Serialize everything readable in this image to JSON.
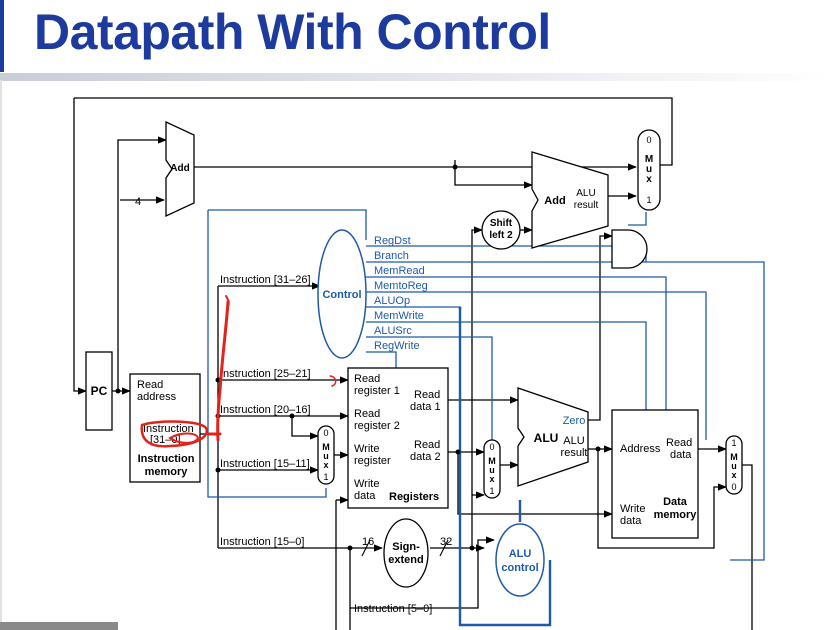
{
  "title": "Datapath With Control",
  "colors": {
    "title": "#1d3a9e",
    "control": "#1f5aa8",
    "annotation": "#e2231a"
  },
  "blocks": {
    "pc": "PC",
    "add_top": "Add",
    "const_four": "4",
    "add_alu_main": "Add",
    "add_alu_sub1": "ALU",
    "add_alu_sub2": "result",
    "shift_line1": "Shift",
    "shift_line2": "left 2",
    "control": "Control",
    "alu_main": "ALU",
    "alu_zero": "Zero",
    "alu_res1": "ALU",
    "alu_res2": "result",
    "alu_ctrl1": "ALU",
    "alu_ctrl2": "control",
    "sign1": "Sign-",
    "sign2": "extend",
    "bits16": "16",
    "bits32": "32"
  },
  "control_signals": [
    "RegDst",
    "Branch",
    "MemRead",
    "MemtoReg",
    "ALUOp",
    "MemWrite",
    "ALUSrc",
    "RegWrite"
  ],
  "instruction_fields": {
    "f3126": "Instruction [31–26]",
    "f2521": "Instruction [25–21]",
    "f2016": "Instruction [20–16]",
    "f1511": "Instruction [15–11]",
    "f150": "Instruction [15–0]",
    "f50": "Instruction [5–0]"
  },
  "instruction_memory": {
    "read1": "Read",
    "read2": "address",
    "instr1": "Instruction",
    "instr2": "[31–0]",
    "name1": "Instruction",
    "name2": "memory"
  },
  "registers": {
    "rr1a": "Read",
    "rr1b": "register 1",
    "rr2a": "Read",
    "rr2b": "register 2",
    "wra": "Write",
    "wrb": "register",
    "wda": "Write",
    "wdb": "data",
    "rd1a": "Read",
    "rd1b": "data 1",
    "rd2a": "Read",
    "rd2b": "data 2",
    "name": "Registers"
  },
  "data_memory": {
    "addr": "Address",
    "rd1": "Read",
    "rd2": "data",
    "wd1": "Write",
    "wd2": "data",
    "name1": "Data",
    "name2": "memory"
  },
  "mux_labels": [
    "M",
    "u",
    "x"
  ]
}
